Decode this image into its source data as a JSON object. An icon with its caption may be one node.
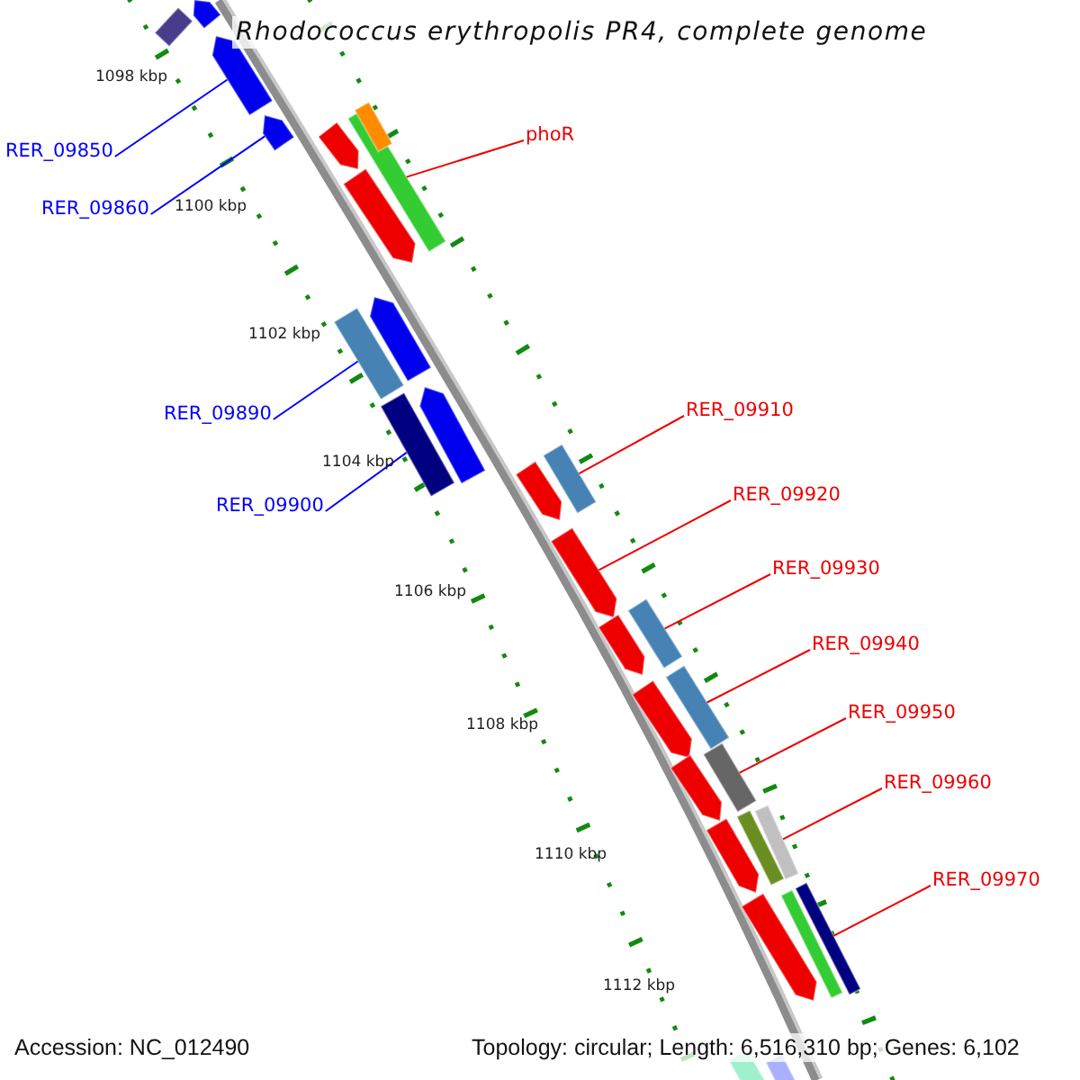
{
  "diagram": {
    "title": "Rhodococcus erythropolis PR4, complete genome",
    "nodes": [
      {
        "text": [
          "RER_09850"
        ]
      },
      {
        "text": [
          "RER_09860"
        ]
      },
      {
        "text": [
          "phoR"
        ]
      },
      {
        "text": [
          "RER_09890"
        ]
      },
      {
        "text": [
          "RER_09900"
        ]
      },
      {
        "text": [
          "RER_09910"
        ]
      },
      {
        "text": [
          "RER_09920"
        ]
      },
      {
        "text": [
          "RER_09930"
        ]
      },
      {
        "text": [
          "RER_09940"
        ]
      },
      {
        "text": [
          "RER_09950"
        ]
      },
      {
        "text": [
          "RER_09960"
        ]
      },
      {
        "text": [
          "RER_09970"
        ]
      },
      {
        "text": [],
        "shape": "bar"
      },
      {
        "text": [],
        "shape": "bar"
      },
      {
        "text": [],
        "shape": "bar"
      },
      {
        "text": [],
        "shape": "bar"
      },
      {
        "text": [],
        "shape": "bar"
      },
      {
        "text": [],
        "shape": "bar"
      },
      {
        "text": [],
        "shape": "bar"
      },
      {
        "text": [],
        "shape": "bar"
      },
      {
        "text": [],
        "shape": "bar"
      },
      {
        "text": [],
        "shape": "bar"
      },
      {
        "text": [],
        "shape": "bar"
      },
      {
        "text": [],
        "shape": "bar"
      }
    ],
    "edges": [
      {
        "from": 0,
        "to": 12,
        "arrow": "none",
        "color": "#0000ff"
      },
      {
        "from": 1,
        "to": 13,
        "arrow": "none",
        "color": "#0000ff"
      },
      {
        "from": 2,
        "to": 14,
        "arrow": "none"
      },
      {
        "from": 3,
        "to": 15,
        "arrow": "none",
        "color": "#0000ff"
      },
      {
        "from": 4,
        "to": 16,
        "arrow": "none",
        "color": "#0000ff"
      },
      {
        "from": 5,
        "to": 17,
        "arrow": "none"
      },
      {
        "from": 6,
        "to": 18,
        "arrow": "none"
      },
      {
        "from": 7,
        "to": 19,
        "arrow": "none"
      },
      {
        "from": 8,
        "to": 20,
        "arrow": "none"
      },
      {
        "from": 9,
        "to": 21,
        "arrow": "none"
      },
      {
        "from": 10,
        "to": 22,
        "arrow": "none"
      },
      {
        "from": 11,
        "to": 23,
        "arrow": "none"
      }
    ],
    "labels": [
      "1098 kbp",
      "1100 kbp",
      "1102 kbp",
      "1104 kbp",
      "1106 kbp",
      "1108 kbp",
      "1110 kbp",
      "1112 kbp",
      "Accession: NC_012490",
      "Topology: circular; Length: 6,516,310 bp; Genes: 6,102"
    ]
  }
}
